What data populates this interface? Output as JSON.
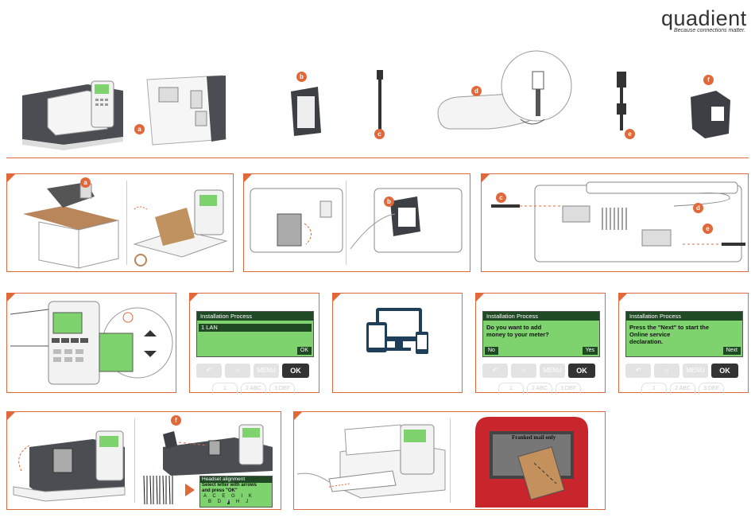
{
  "brand": {
    "name": "quadient",
    "tagline": "Because connections matter."
  },
  "colors": {
    "accent": "#e0683a",
    "lcd_green": "#7ed36e",
    "lcd_dark": "#1f4a24",
    "mailbox_red": "#c8262c"
  },
  "parts": [
    {
      "label": "a",
      "name": "postage meter"
    },
    {
      "label": "b",
      "name": "ink cartridge"
    },
    {
      "label": "c",
      "name": "LAN cable"
    },
    {
      "label": "d",
      "name": "power supply"
    },
    {
      "label": "e",
      "name": "power cord"
    },
    {
      "label": "f",
      "name": "printhead"
    }
  ],
  "steps": {
    "step1_badge": "a",
    "step2_badge": "b",
    "step3_badges": [
      "c",
      "d",
      "e"
    ],
    "step9_badge": "f",
    "screen_lan": {
      "title": "Installation Process",
      "selected": "1 LAN",
      "ok": "OK"
    },
    "screen_money": {
      "title": "Installation Process",
      "line1": "Do you want to add",
      "line2": "money to your meter?",
      "no": "No",
      "yes": "Yes"
    },
    "screen_online": {
      "title": "Installation Process",
      "line1": "Press the \"Next\" to start the",
      "line2": "Online service",
      "line3": "declaration.",
      "next": "Next"
    },
    "keypad": {
      "menu": "MENU",
      "ok": "OK",
      "keys": [
        "1",
        "2 ABC",
        "3 DEF"
      ]
    },
    "headset": {
      "title": "Headset alignment",
      "line1": "Select letter with arrows",
      "line2": "and press \"OK\"",
      "row1": [
        "A",
        "C",
        "E",
        "G",
        "I",
        "K"
      ],
      "row2": [
        "B",
        "D",
        "F",
        "H",
        "J"
      ],
      "selected": "F"
    },
    "mailbox_label": "Franked mail only"
  }
}
